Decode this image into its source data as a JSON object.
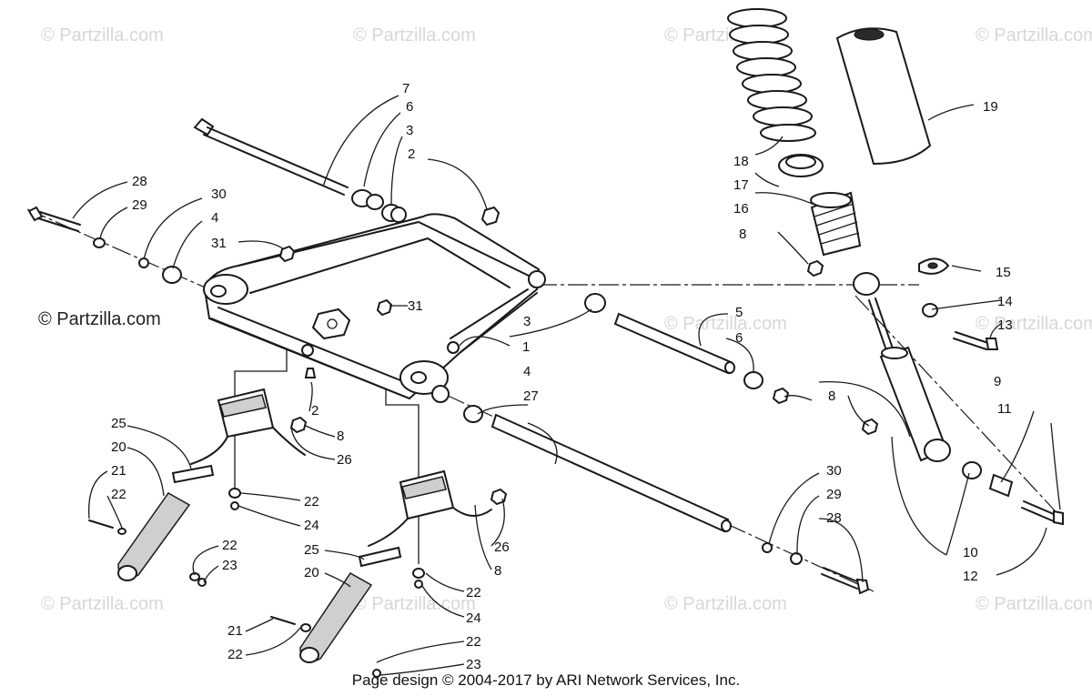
{
  "watermark": "© Partzilla.com",
  "brand_label": "© Partzilla.com",
  "footer": "Page design © 2004-2017 by ARI Network Services, Inc.",
  "callouts": {
    "c1": "1",
    "c2a": "2",
    "c2b": "2",
    "c3a": "3",
    "c3b": "3",
    "c4a": "4",
    "c4b": "4",
    "c5": "5",
    "c6a": "6",
    "c6b": "6",
    "c7": "7",
    "c8a": "8",
    "c8b": "8",
    "c8c": "8",
    "c8d": "8",
    "c9": "9",
    "c10": "10",
    "c11": "11",
    "c12": "12",
    "c13": "13",
    "c14": "14",
    "c15": "15",
    "c16": "16",
    "c17": "17",
    "c18": "18",
    "c19": "19",
    "c20a": "20",
    "c20b": "20",
    "c21a": "21",
    "c21b": "21",
    "c22a": "22",
    "c22b": "22",
    "c22c": "22",
    "c22d": "22",
    "c22e": "22",
    "c22f": "22",
    "c23a": "23",
    "c23b": "23",
    "c24a": "24",
    "c24b": "24",
    "c25a": "25",
    "c25b": "25",
    "c26a": "26",
    "c26b": "26",
    "c27": "27",
    "c28a": "28",
    "c28b": "28",
    "c29a": "29",
    "c29b": "29",
    "c30a": "30",
    "c30b": "30",
    "c31a": "31",
    "c31b": "31"
  }
}
